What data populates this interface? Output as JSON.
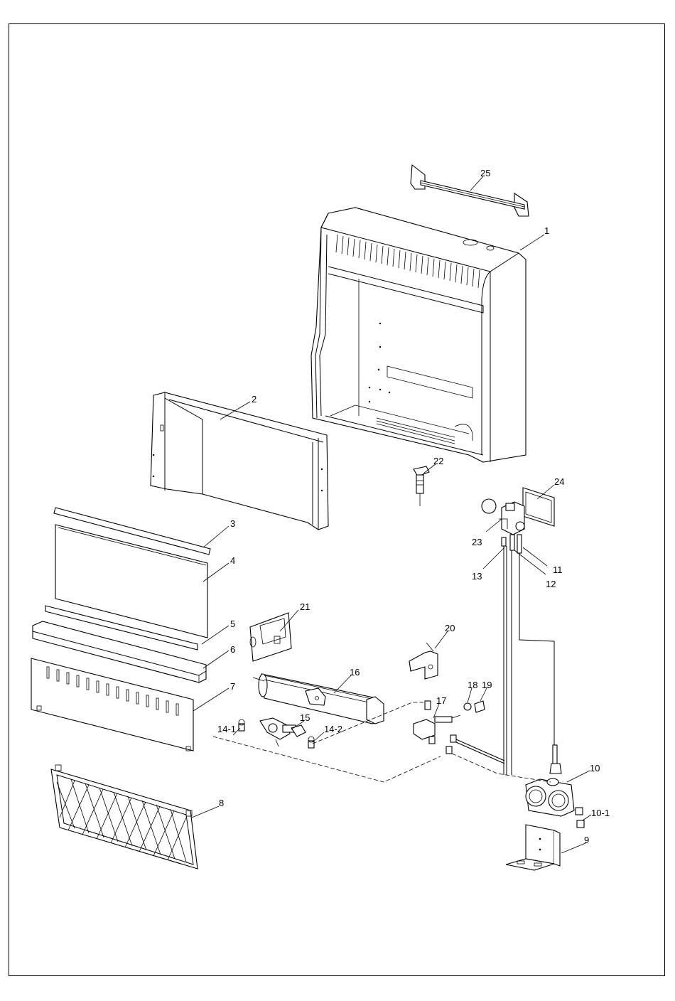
{
  "labels": {
    "p1": "1",
    "p2": "2",
    "p3": "3",
    "p4": "4",
    "p5": "5",
    "p6": "6",
    "p7": "7",
    "p8": "8",
    "p9": "9",
    "p10": "10",
    "p10_1": "10-1",
    "p11": "11",
    "p12": "12",
    "p13": "13",
    "p14_1": "14-1",
    "p14_2": "14-2",
    "p15": "15",
    "p16": "16",
    "p17": "17",
    "p18": "18",
    "p19": "19",
    "p20": "20",
    "p21": "21",
    "p22": "22",
    "p23": "23",
    "p24": "24",
    "p25": "25"
  }
}
